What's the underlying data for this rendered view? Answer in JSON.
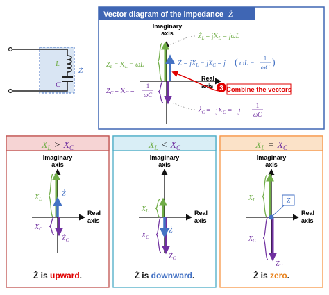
{
  "colors": {
    "blue": "#4472c4",
    "green": "#70ad47",
    "purple": "#7030a0",
    "red": "#e00000",
    "orange": "#e8811a",
    "panel_red_bg": "#f6d4d4",
    "panel_red_border": "#c0504d",
    "panel_blue_bg": "#d9eef6",
    "panel_blue_border": "#4bacc6",
    "panel_orange_bg": "#fbe2c8",
    "panel_orange_border": "#f79646",
    "title_bar": "#3f66b4"
  },
  "circuit": {
    "L": "L",
    "C": "C",
    "Z": "Ż"
  },
  "main": {
    "title_text": "Vector diagram of the impedance",
    "title_symbol": "Ż",
    "axis_imag_1": "Imaginary",
    "axis_imag_2": "axis",
    "axis_real_1": "Real",
    "axis_real_2": "axis",
    "zl_top": "Ż",
    "zl_top_sub": "L",
    "zl_top_eq": "= jX",
    "zl_top_eq_sub": "L",
    "zl_top_eq2": "= jωL",
    "zl_left": "Z",
    "zl_left_sub": "L",
    "zl_left_eq": "= X",
    "zl_left_eq_sub": "L",
    "zl_left_eq2": "= ωL",
    "z_eq": "Ż = jX",
    "z_eq_sub1": "L",
    "z_eq_mid": "− jX",
    "z_eq_sub2": "C",
    "z_eq_mid2": "= j",
    "z_eq_paren_a": "ωL −",
    "frac_num": "1",
    "frac_den": "ωC",
    "zc_left": "Z",
    "zc_left_sub": "C",
    "zc_left_eq": "= X",
    "zc_left_eq_sub": "C",
    "zc_left_eq2": "=",
    "zc_bot": "Ż",
    "zc_bot_sub": "C",
    "zc_bot_eq": "= −jX",
    "zc_bot_eq_sub": "C",
    "zc_bot_eq2": "= −j",
    "step_number": "3",
    "step_label": "Combine the vectors"
  },
  "panels": [
    {
      "header_a": "X",
      "header_a_sub": "L",
      "header_op": ">",
      "header_b": "X",
      "header_b_sub": "C",
      "axis_imag_1": "Imaginary",
      "axis_imag_2": "axis",
      "axis_real_1": "Real",
      "axis_real_2": "axis",
      "xl": "X",
      "xl_sub": "L",
      "xc": "X",
      "xc_sub": "C",
      "z": "Ż",
      "zc": "Ż",
      "zc_sub": "C",
      "caption_a": "Ż is ",
      "caption_b": "upward",
      "caption_c": "."
    },
    {
      "header_a": "X",
      "header_a_sub": "L",
      "header_op": "<",
      "header_b": "X",
      "header_b_sub": "C",
      "axis_imag_1": "Imaginary",
      "axis_imag_2": "axis",
      "axis_real_1": "Real",
      "axis_real_2": "axis",
      "xl": "X",
      "xl_sub": "L",
      "xc": "X",
      "xc_sub": "C",
      "z": "Ż",
      "zc": "Ż",
      "zc_sub": "C",
      "caption_a": "Ż is ",
      "caption_b": "downward",
      "caption_c": "."
    },
    {
      "header_a": "X",
      "header_a_sub": "L",
      "header_op": "=",
      "header_b": "X",
      "header_b_sub": "C",
      "axis_imag_1": "Imaginary",
      "axis_imag_2": "axis",
      "axis_real_1": "Real",
      "axis_real_2": "axis",
      "xl": "X",
      "xl_sub": "L",
      "xc": "X",
      "xc_sub": "C",
      "z": "Ż",
      "zc": "Ż",
      "zc_sub": "C",
      "caption_a": "Ż is ",
      "caption_b": "zero",
      "caption_c": "."
    }
  ]
}
